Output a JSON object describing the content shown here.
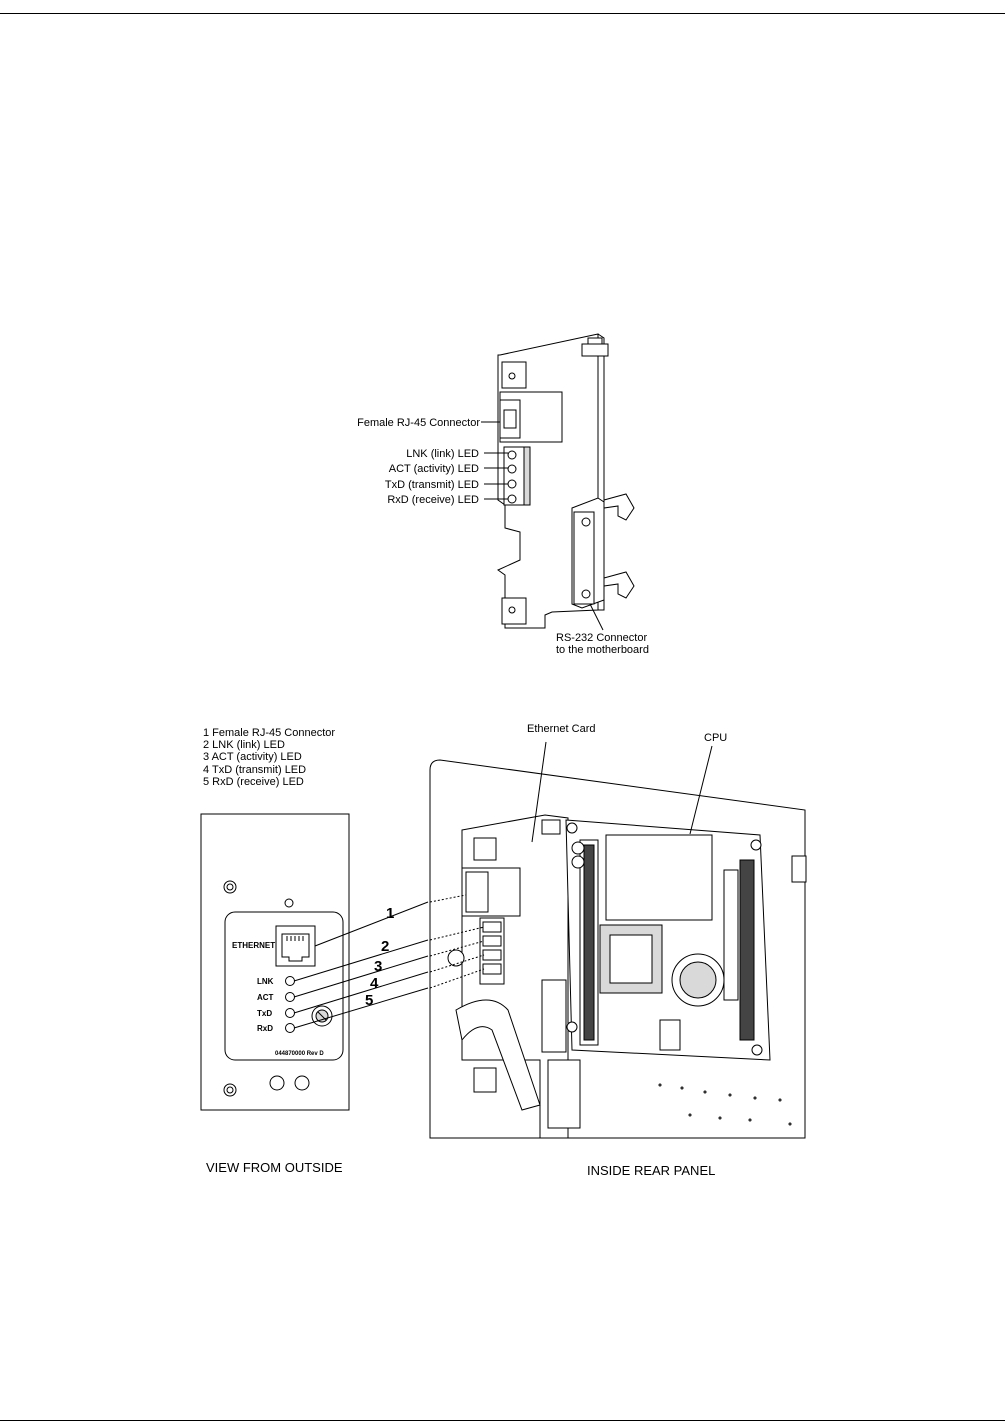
{
  "card_diagram": {
    "labels": {
      "rj45": "Female RJ-45 Connector",
      "lnk": "LNK (link) LED",
      "act": "ACT (activity) LED",
      "txd": "TxD (transmit) LED",
      "rxd": "RxD (receive) LED",
      "rs232_line1": "RS-232 Connector",
      "rs232_line2": "to the motherboard"
    }
  },
  "legend": {
    "items": [
      "1 Female RJ-45 Connector",
      "2 LNK (link) LED",
      "3 ACT (activity) LED",
      "4 TxD (transmit) LED",
      "5 RxD (receive) LED"
    ]
  },
  "outside_panel": {
    "ethernet_label": "ETHERNET",
    "led_labels": [
      "LNK",
      "ACT",
      "TxD",
      "RxD"
    ],
    "part_number": "044870000 Rev D",
    "caption": "VIEW FROM OUTSIDE"
  },
  "inside_panel": {
    "ethernet_card_label": "Ethernet Card",
    "cpu_label": "CPU",
    "caption": "INSIDE REAR PANEL"
  },
  "callouts": [
    "1",
    "2",
    "3",
    "4",
    "5"
  ]
}
